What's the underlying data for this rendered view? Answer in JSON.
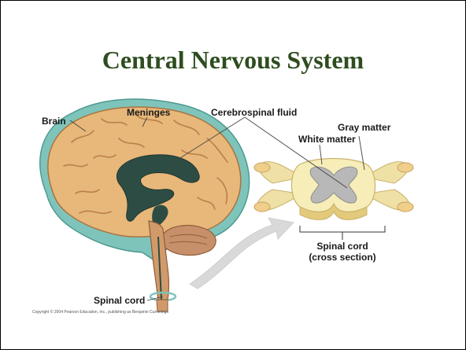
{
  "slide": {
    "title": "Central Nervous System",
    "colors": {
      "title": "#2e4d1f",
      "border": "#000000",
      "background": "#ffffff"
    }
  },
  "diagram": {
    "labels": {
      "brain": "Brain",
      "meninges": "Meninges",
      "csf": "Cerebrospinal fluid",
      "gray_matter": "Gray matter",
      "white_matter": "White matter",
      "spinal_cord_cross_line1": "Spinal cord",
      "spinal_cord_cross_line2": "(cross section)",
      "spinal_cord": "Spinal cord"
    },
    "copyright": "Copyright © 2004 Pearson Education, Inc., publishing as Benjamin Cummings",
    "colors": {
      "brain_surface": "#e8b77a",
      "brain_fold": "#b9804a",
      "meninges": "#7fc4bb",
      "ventricles": "#2d4d44",
      "cerebellum": "#c8906a",
      "cord_white": "#f7edb8",
      "cord_gray": "#b8b8b8",
      "arrow": "#d9d9d9"
    }
  }
}
